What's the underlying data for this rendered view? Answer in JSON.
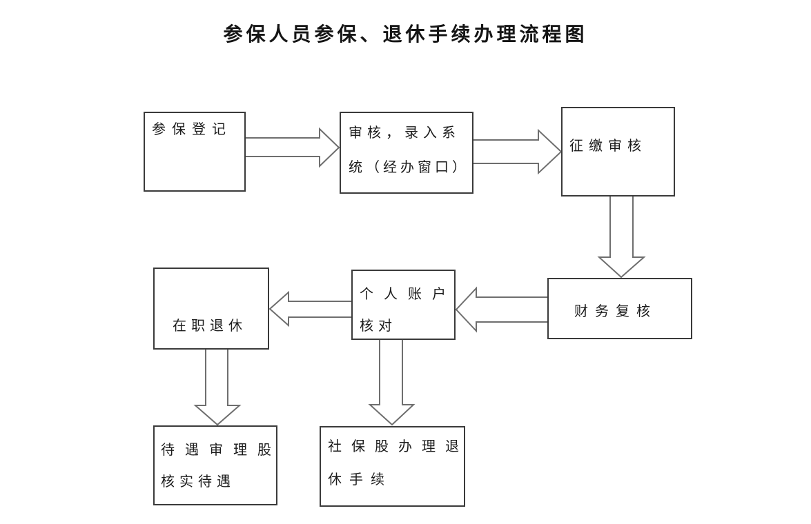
{
  "title": "参保人员参保、退休手续办理流程图",
  "flowchart": {
    "nodes": [
      {
        "id": "insured-registration",
        "text": "参保登记",
        "lines": [
          "参保登记"
        ]
      },
      {
        "id": "review-system-entry",
        "text": "审核，录入系统（经办窗口）",
        "lines": [
          "审核，录入系",
          "统（经办窗口）"
        ]
      },
      {
        "id": "collection-audit",
        "text": "征缴审核",
        "lines": [
          "征缴审核"
        ]
      },
      {
        "id": "finance-recheck",
        "text": "财务复核",
        "lines": [
          "财务复核"
        ]
      },
      {
        "id": "personal-account-check",
        "text": "个人账户核对",
        "lines": [
          "个人账户",
          "核对"
        ]
      },
      {
        "id": "in-service-retirement",
        "text": "在职退休",
        "lines": [
          "在职退休"
        ]
      },
      {
        "id": "benefit-audit-section",
        "text": "待遇审理股核实待遇",
        "lines": [
          "待遇审理股",
          "核实待遇"
        ]
      },
      {
        "id": "social-security-section",
        "text": "社保股办理退休手续",
        "lines": [
          "社保股办理退",
          "休手续"
        ]
      }
    ],
    "edges": [
      {
        "from": "参保登记",
        "to": "审核，录入系统（经办窗口）",
        "direction": "right"
      },
      {
        "from": "审核，录入系统（经办窗口）",
        "to": "征缴审核",
        "direction": "right"
      },
      {
        "from": "征缴审核",
        "to": "财务复核",
        "direction": "down"
      },
      {
        "from": "财务复核",
        "to": "个人账户核对",
        "direction": "left"
      },
      {
        "from": "个人账户核对",
        "to": "在职退休",
        "direction": "left"
      },
      {
        "from": "在职退休",
        "to": "待遇审理股核实待遇",
        "direction": "down"
      },
      {
        "from": "个人账户核对",
        "to": "社保股办理退休手续",
        "direction": "down"
      }
    ]
  },
  "colors": {
    "background": "#ffffff",
    "box_border": "#3a3a3a",
    "arrow_outline": "#6e6e6e",
    "text": "#1c1c1c"
  }
}
